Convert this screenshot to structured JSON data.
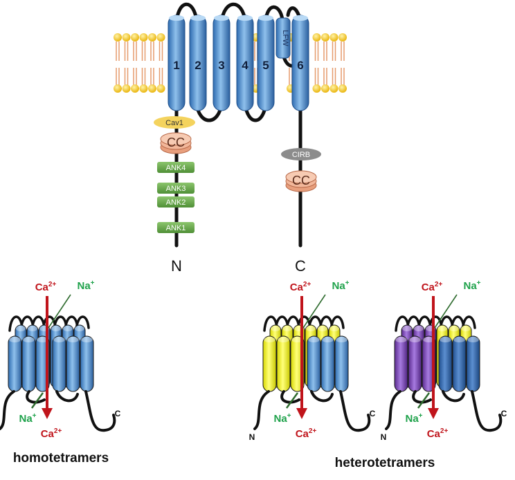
{
  "topology": {
    "helices": [
      "1",
      "2",
      "3",
      "4",
      "5",
      "6"
    ],
    "pore_loop": "LFW",
    "n_domains": {
      "cav1": "Cav1",
      "coiled_coil": "CC",
      "ankyrins": [
        "ANK4",
        "ANK3",
        "ANK2",
        "ANK1"
      ]
    },
    "c_domains": {
      "cirb": "CIRB",
      "coiled_coil": "CC"
    },
    "n_terminus": "N",
    "c_terminus": "C"
  },
  "ions": {
    "ca": "Ca",
    "ca_charge": "2+",
    "na": "Na",
    "na_charge": "+"
  },
  "tetramers": {
    "homo_label": "homotetramers",
    "hetero_label": "heterotetramers",
    "n_label": "N",
    "c_label": "C"
  },
  "colors": {
    "helix": "#3c7fc4",
    "helix_light": "#8fc0ec",
    "lipid_head": "#f5c518",
    "lipid_tail": "#e59a6b",
    "ankyrin": "#6aa84f",
    "cav1": "#f4d35e",
    "coiled_coil": "#f2b79a",
    "cirb": "#8c8c8c",
    "calcium": "#c0141b",
    "sodium": "#1fa24b",
    "yellow_subunit": "#f2f21f",
    "purple_subunit": "#7b3fb5"
  }
}
